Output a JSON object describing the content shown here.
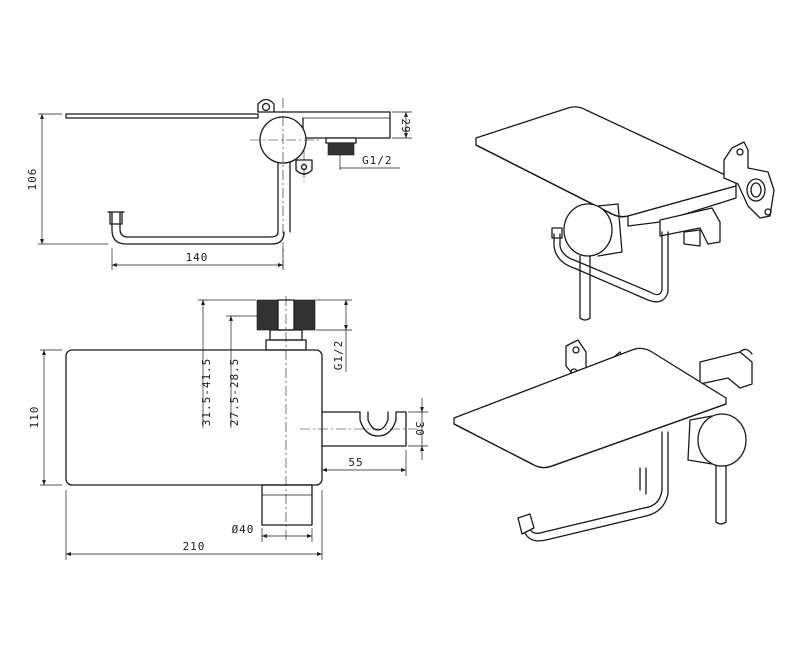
{
  "views": {
    "side": {
      "name": "side-elevation"
    },
    "top": {
      "name": "top-plan"
    },
    "iso_upper": {
      "name": "isometric-upper"
    },
    "iso_lower": {
      "name": "isometric-lower"
    }
  },
  "dimensions": {
    "side_height": "106",
    "side_width": "140",
    "side_shelf_thickness": "29",
    "side_thread": "G1/2",
    "top_depth": "110",
    "top_width": "210",
    "top_range_outer": "31.5-41.5",
    "top_range_inner": "27.5-28.5",
    "top_thread": "G1/2",
    "top_holder_width": "30",
    "top_holder_offset": "55",
    "top_diameter": "Ø40"
  }
}
